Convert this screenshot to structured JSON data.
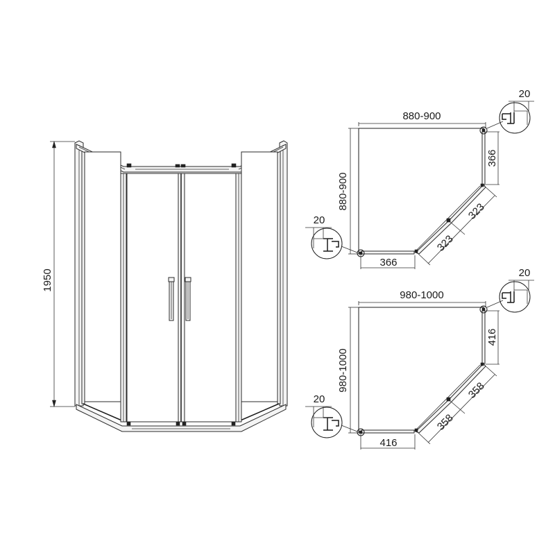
{
  "front_view": {
    "height_label": "1950"
  },
  "plan_small": {
    "width_label": "880-900",
    "depth_label": "880-900",
    "side_right_label": "366",
    "side_bottom_label": "366",
    "diag_upper_label": "323",
    "diag_lower_label": "323",
    "detail_top_label": "20",
    "detail_left_label": "20"
  },
  "plan_large": {
    "width_label": "980-1000",
    "depth_label": "980-1000",
    "side_right_label": "416",
    "side_bottom_label": "416",
    "diag_upper_label": "358",
    "diag_lower_label": "358",
    "detail_top_label": "20",
    "detail_left_label": "20"
  },
  "colors": {
    "line": "#1a1a1a",
    "background": "#ffffff",
    "frame_fill": "#f4f4f4"
  }
}
